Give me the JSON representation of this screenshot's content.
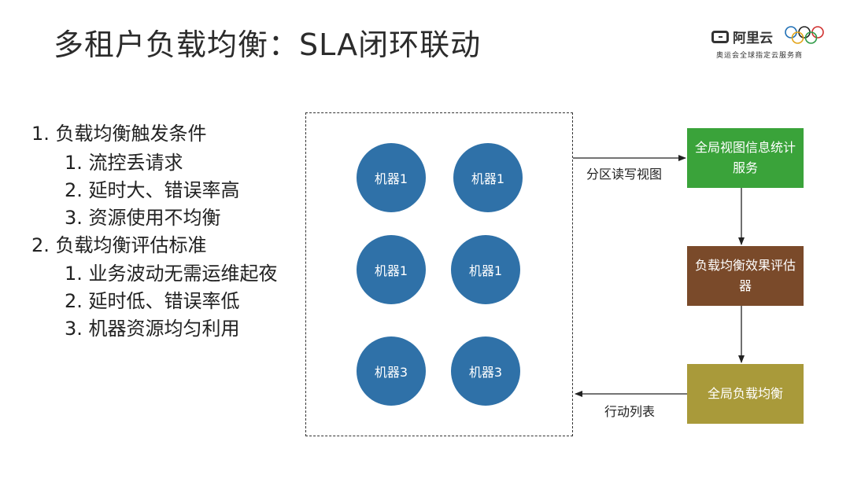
{
  "header": {
    "title": "多租户负载均衡：SLA闭环联动",
    "logo_brand": "阿里云",
    "logo_tagline": "奥运会全球指定云服务商"
  },
  "outline": {
    "items": [
      {
        "num": "1.",
        "text": "负载均衡触发条件"
      },
      {
        "num": "1.",
        "text": "流控丢请求"
      },
      {
        "num": "2.",
        "text": "延时大、错误率高"
      },
      {
        "num": "3.",
        "text": "资源使用不均衡"
      },
      {
        "num": "2.",
        "text": "负载均衡评估标准"
      },
      {
        "num": "1.",
        "text": "业务波动无需运维起夜"
      },
      {
        "num": "2.",
        "text": "延时低、错误率低"
      },
      {
        "num": "3.",
        "text": "机器资源均匀利用"
      }
    ]
  },
  "diagram": {
    "nodes": [
      "机器1",
      "机器1",
      "机器1",
      "机器1",
      "机器3",
      "机器3"
    ],
    "boxes": {
      "stats": "全局视图信息统计服务",
      "evaluator": "负载均衡效果评估器",
      "balancer": "全局负载均衡"
    },
    "edge_labels": {
      "view": "分区读写视图",
      "actions": "行动列表"
    },
    "colors": {
      "node": "#2f71a8",
      "stats": "#3aa33a",
      "evaluator": "#7a4a2a",
      "balancer": "#a99a3a"
    }
  }
}
